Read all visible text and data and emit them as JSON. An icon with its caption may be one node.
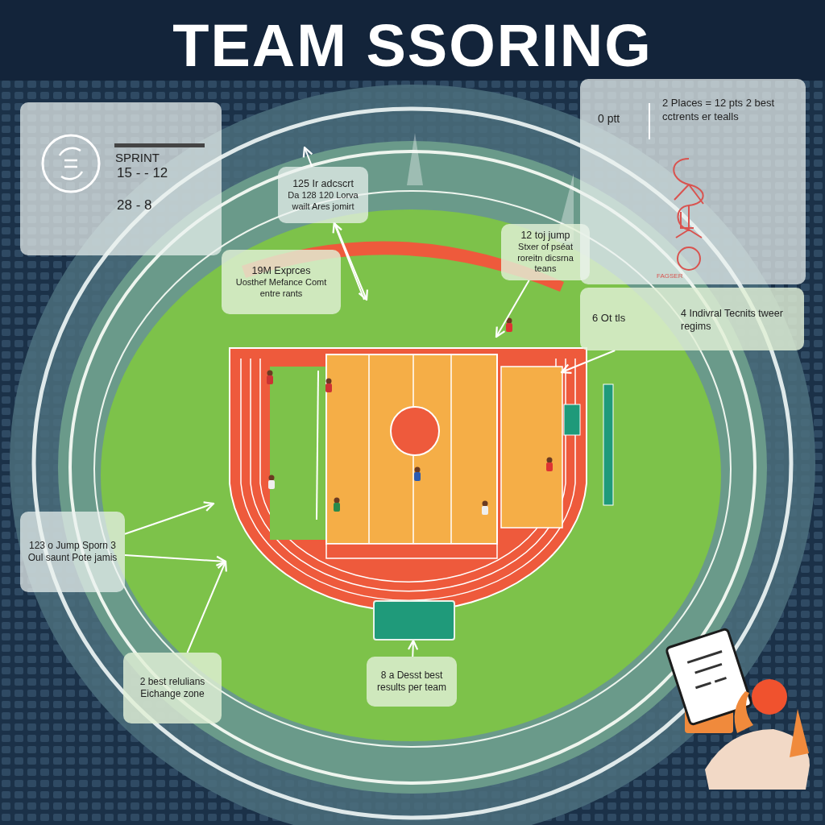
{
  "diagram": {
    "title": "TEAM SSORING",
    "nodes": [
      {
        "text": [
          "SPRINT",
          "15 - - 12",
          "28 - 8"
        ]
      },
      {
        "text": [
          "125 Ir adcscrt",
          "Da 128 120 Lorva wailt Ares jomirt"
        ]
      },
      {
        "text": [
          "19M Exprces",
          "Uosthef Mefance Comt entre rants"
        ]
      },
      {
        "text": [
          "12 toj jump",
          "Stxer of pséat roreitn dicsrna teans"
        ]
      },
      {
        "text": [
          "0 ptt",
          "2 Places = 12 pts 2 best cctrents er tealls",
          "FAGSER"
        ]
      },
      {
        "text": [
          "6 Ot tls",
          "4 Indivral Tecnits tweer regims"
        ]
      },
      {
        "text": [
          "123 o Jump Sporn 3 Oul saunt Pote jamis"
        ]
      },
      {
        "text": [
          "2 best relulians Eichange zone"
        ]
      },
      {
        "text": [
          "8 a Desst best results per team"
        ]
      },
      {
        "text": [],
        "shape": "box"
      }
    ],
    "edges": [
      {
        "from": null,
        "to": 1,
        "arrow": "to"
      },
      {
        "from": 1,
        "to": null,
        "arrow": "to"
      },
      {
        "from": 1,
        "to": null,
        "arrow": "to"
      },
      {
        "from": 3,
        "to": null,
        "arrow": "to"
      },
      {
        "from": 5,
        "to": null,
        "arrow": "to"
      },
      {
        "from": 6,
        "to": null,
        "arrow": "to"
      },
      {
        "from": 6,
        "to": null,
        "arrow": "to"
      },
      {
        "from": 7,
        "to": null,
        "arrow": "to"
      },
      {
        "from": 8,
        "to": 9,
        "arrow": "to"
      }
    ]
  }
}
